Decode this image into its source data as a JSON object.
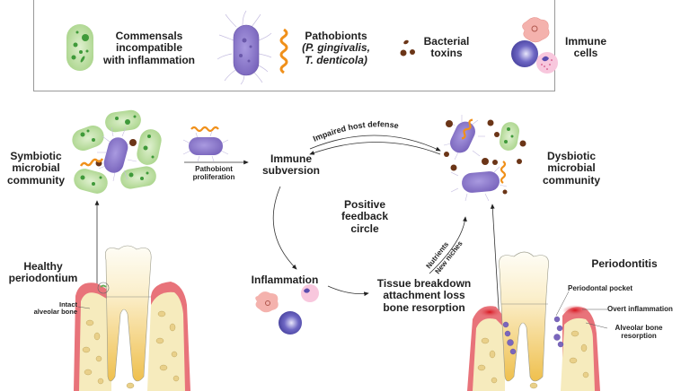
{
  "legend": {
    "commensals": "Commensals incompatible with inflammation",
    "commensals_lines": [
      "Commensals",
      "incompatible",
      "with inflammation"
    ],
    "pathobionts_lines": [
      "Pathobionts",
      "(P. gingivalis,",
      "T. denticola)"
    ],
    "toxins_lines": [
      "Bacterial",
      "toxins"
    ],
    "immune_lines": [
      "Immune",
      "cells"
    ]
  },
  "labels": {
    "symbiotic": [
      "Symbiotic",
      "microbial",
      "community"
    ],
    "pathobiont_proliferation": [
      "Pathobiont",
      "proliferation"
    ],
    "immune_subversion": [
      "Immune",
      "subversion"
    ],
    "impaired_host_defense": "Impaired host defense",
    "positive_feedback": [
      "Positive",
      "feedback",
      "circle"
    ],
    "dysbiotic": [
      "Dysbiotic",
      "microbial",
      "community"
    ],
    "nutrients": "Nutrients",
    "new_niches": "New niches",
    "inflammation": "Inflammation",
    "tissue_breakdown": [
      "Tissue breakdown",
      "attachment loss",
      "bone resorption"
    ],
    "healthy_periodontium": [
      "Healthy",
      "periodontium"
    ],
    "intact_bone": [
      "Intact",
      "alveolar bone"
    ],
    "periodontitis": "Periodontitis",
    "periodontal_pocket": "Periodontal pocket",
    "overt_inflammation": "Overt inflammation",
    "alveolar_resorption": [
      "Alveolar bone",
      "resorption"
    ]
  },
  "colors": {
    "commensal_fill": "#b9dc9e",
    "commensal_dot": "#3f9a3a",
    "pathobiont_fill": "#8a78c8",
    "flagella": "#c5bde0",
    "orange": "#f0901a",
    "toxin": "#6b3517",
    "gum": "#e8737a",
    "bone": "#f6ebbd",
    "tooth_top": "#fdfcf3",
    "tooth_root": "#f1c860",
    "inflam_red": "#d6202a"
  }
}
